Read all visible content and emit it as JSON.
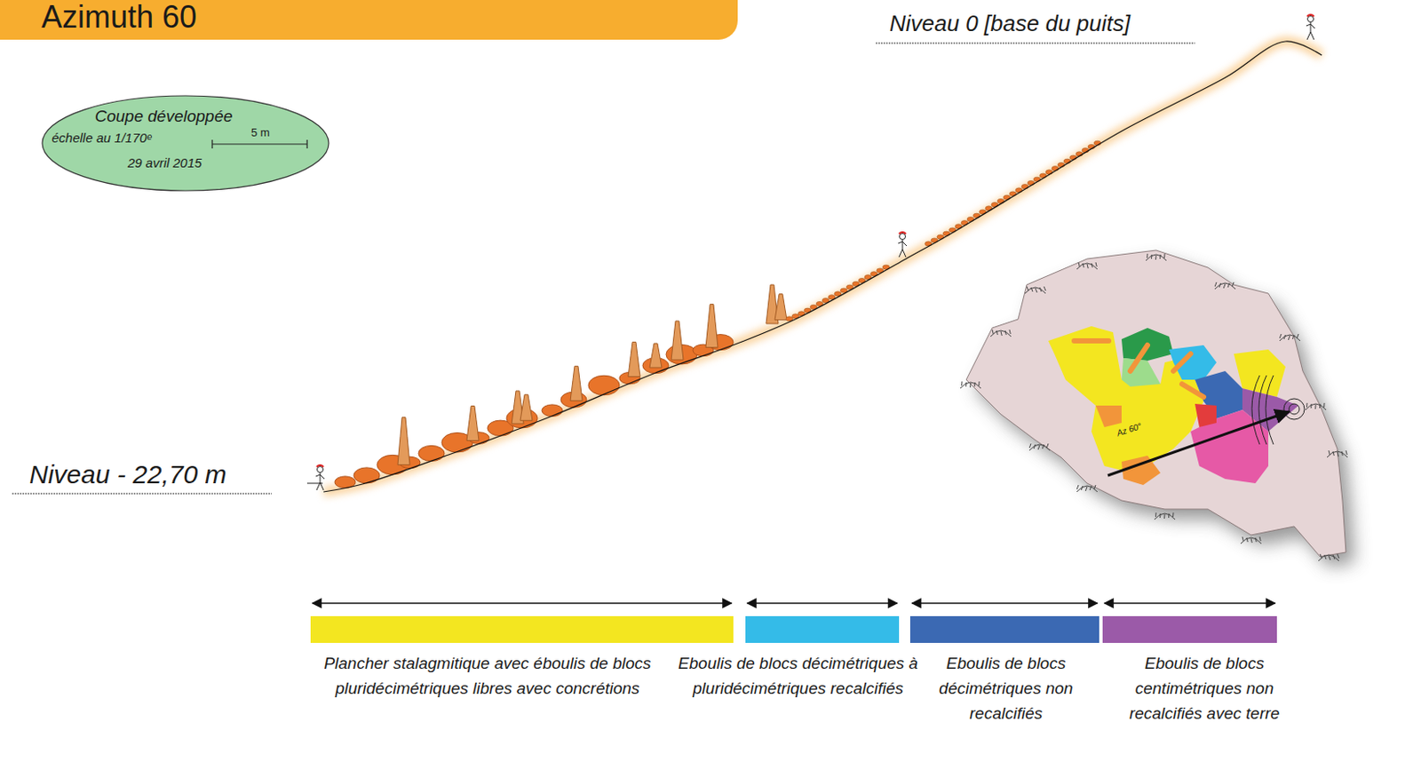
{
  "diagram": {
    "title": "Azimuth 60",
    "nodes": [
      {
        "text": [
          "Coupe développée",
          "échelle au 1/170ᵉ",
          "5 m",
          "29 avril 2015"
        ]
      }
    ],
    "labels": [
      "Niveau 0 [base du puits]",
      "Niveau - 22,70 m",
      "Az 60°"
    ],
    "legend": [
      {
        "text": "Plancher stalagmitique avec éboulis de blocs pluridécimétriques libres avec concrétions",
        "color": "#f3e620"
      },
      {
        "text": "Eboulis de blocs décimétriques à pluridécimétriques recalcifiés",
        "color": "#34bbe8"
      },
      {
        "text": "Eboulis de blocs décimétriques non recalcifiés",
        "color": "#3b69b3"
      },
      {
        "text": "Eboulis de blocs centimétriques non recalcifiés avec terre",
        "color": "#9b5aa8"
      }
    ]
  }
}
